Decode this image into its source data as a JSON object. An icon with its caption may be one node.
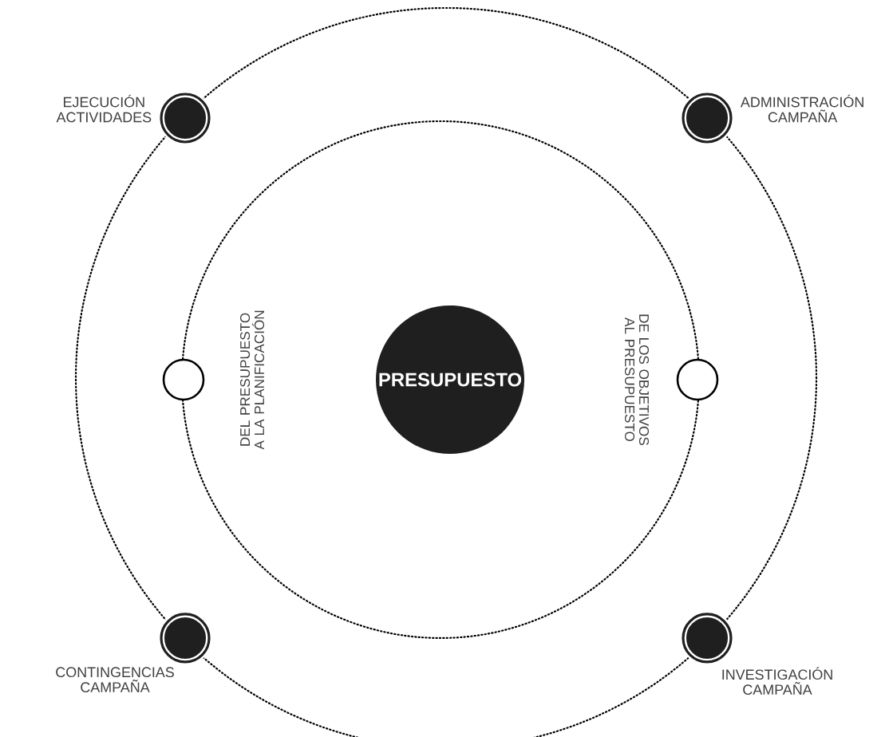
{
  "diagram": {
    "nodes": [
      {
        "text": [
          "PRESUPUESTO"
        ]
      },
      {
        "text": [],
        "shape": "circle",
        "beside": [
          "EJECUCIÓN ACTIVIDADES"
        ]
      },
      {
        "text": [],
        "shape": "circle",
        "beside": [
          "ADMINISTRACIÓN CAMPAÑA"
        ]
      },
      {
        "text": [],
        "shape": "circle",
        "beside": [
          "DEL PRESUPUESTO A LA PLANIFICACIÓN"
        ]
      },
      {
        "text": [],
        "shape": "circle",
        "beside": [
          "DE LOS OBJETIVOS AL PRESUPUESTO"
        ]
      },
      {
        "text": [],
        "shape": "circle",
        "beside": [
          "CONTINGENCIAS CAMPAÑA"
        ]
      },
      {
        "text": [],
        "shape": "circle",
        "beside": [
          "INVESTIGACIÓN CAMPAÑA"
        ]
      }
    ]
  }
}
